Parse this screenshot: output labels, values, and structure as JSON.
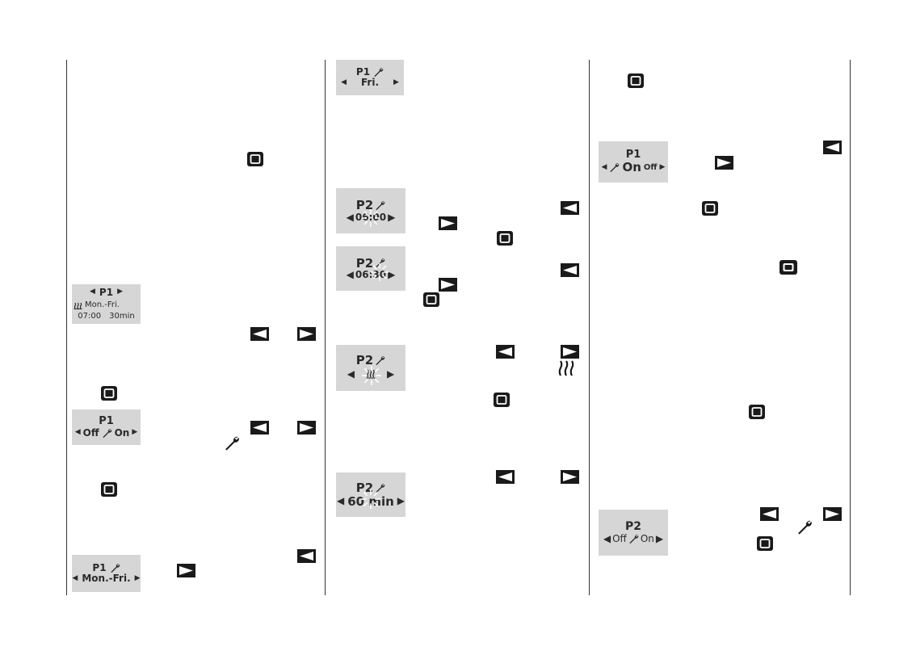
{
  "panels": {
    "p1_mon_fri_status": {
      "top": "P1",
      "line2": "Mon.-Fri.",
      "time": "07:00",
      "duration": "30min"
    },
    "p1_off_on": {
      "title": "P1",
      "left": "Off",
      "right": "On"
    },
    "p1_mon_fri_edit": {
      "title": "P1",
      "day": "Mon.-Fri."
    },
    "p1_fri_edit": {
      "title": "P1",
      "day": "Fri."
    },
    "p2_time_0600": {
      "title": "P2",
      "value": "06:00"
    },
    "p2_time_0630": {
      "title": "P2",
      "value": "06:30"
    },
    "p2_heat_symbol": {
      "title": "P2"
    },
    "p2_duration": {
      "title": "P2",
      "value": "60 min"
    },
    "p1_on_off": {
      "title": "P1",
      "left": "On",
      "right": "Off"
    },
    "p2_off_on": {
      "title": "P2",
      "left": "Off",
      "right": "On"
    }
  },
  "icons": {
    "ok": "ok-button-icon",
    "left": "left-arrow-button-icon",
    "right": "right-arrow-button-icon",
    "wrench": "wrench-icon",
    "heat": "heat-icon"
  },
  "colors": {
    "lcd_background": "#d6d6d6",
    "button_fill": "#1a1a1a",
    "button_face": "#ffffff",
    "burst": "#ffffff"
  }
}
